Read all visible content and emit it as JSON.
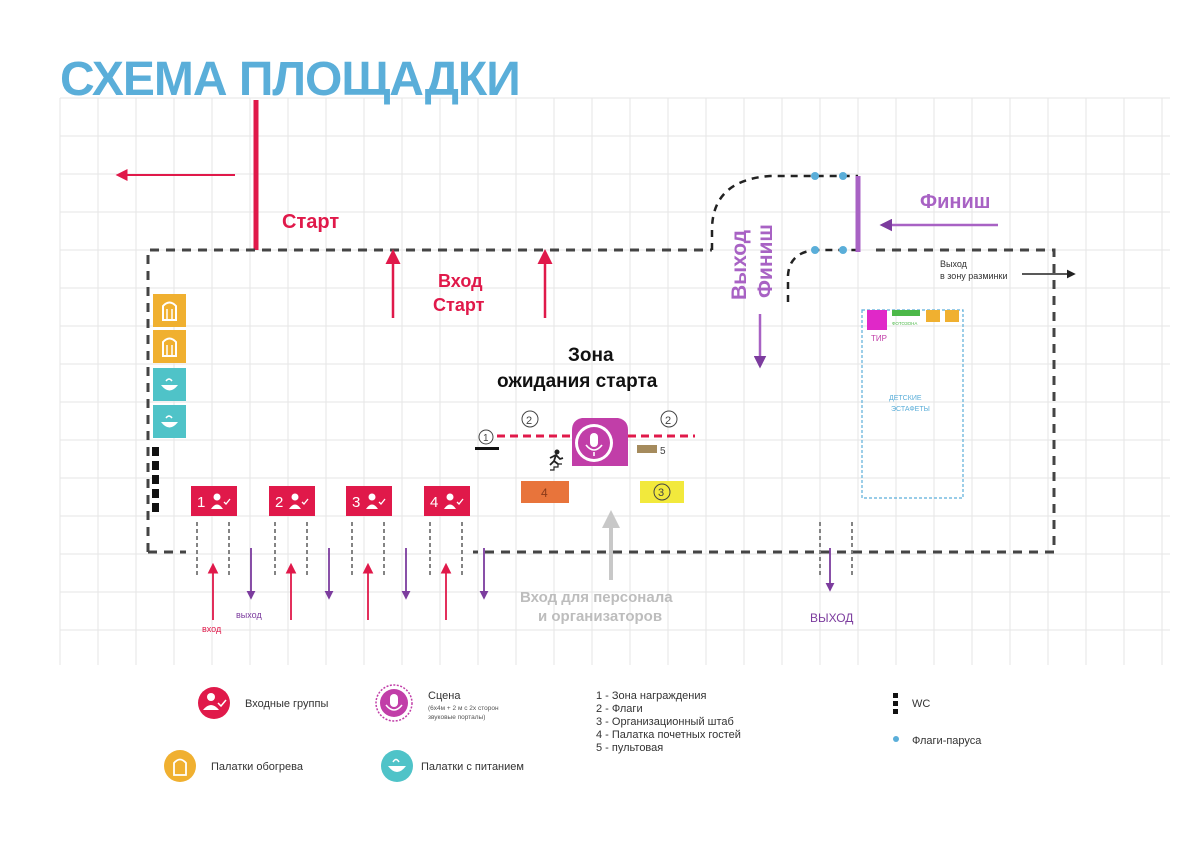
{
  "title": "СХЕМА ПЛОЩАДКИ",
  "labels": {
    "start": "Старт",
    "entry_start_1": "Вход",
    "entry_start_2": "Старт",
    "finish": "Финиш",
    "exit_finish_1": "Выход",
    "exit_finish_2": "Финиш",
    "exit_warmup_1": "Выход",
    "exit_warmup_2": "в зону разминки",
    "waiting_zone_1": "Зона",
    "waiting_zone_2": "ожидания старта",
    "staff_entry_1": "Вход для персонала",
    "staff_entry_2": "и организаторов",
    "exit_right": "ВЫХОД",
    "entry_small": "вход",
    "exit_small": "выход",
    "tir": "ТИР",
    "photozone": "ФОТОЗОНА",
    "kids_1": "ДЕТСКИЕ",
    "kids_2": "ЭСТАФЕТЫ",
    "n1": "1",
    "n2": "2",
    "n3": "3",
    "n4": "4",
    "n5": "5"
  },
  "entry_groups": [
    "1",
    "2",
    "3",
    "4"
  ],
  "legend": {
    "entry_groups": "Входные группы",
    "stage": "Сцена",
    "stage_note_1": "(6х4м + 2 м с 2х сторон",
    "stage_note_2": "звуковые порталы)",
    "heating_tents": "Палатки обогрева",
    "food_tents": "Палатки с питанием",
    "wc": "WC",
    "sail_flags": "Флаги-паруса",
    "numbered": [
      "1 - Зона награждения",
      "2 - Флаги",
      "3 - Организационный штаб",
      "4 - Палатка почетных гостей",
      "5 - пультовая"
    ]
  },
  "icons": {
    "entry_group": "person-check-icon",
    "stage": "microphone-icon",
    "heating_tent": "heater-icon",
    "food_tent": "food-bowl-icon",
    "wc": "wc-dots-icon",
    "sail_flag": "dot-icon"
  },
  "colors": {
    "title": "#5aaed9",
    "red": "#e0194a",
    "purple": "#a862c4",
    "violet": "#7c3c9e",
    "orange": "#f0b030",
    "teal": "#4fc3c8",
    "magenta": "#c13ea8",
    "lightblue": "#5aaed9",
    "grey": "#bdbdbd"
  }
}
